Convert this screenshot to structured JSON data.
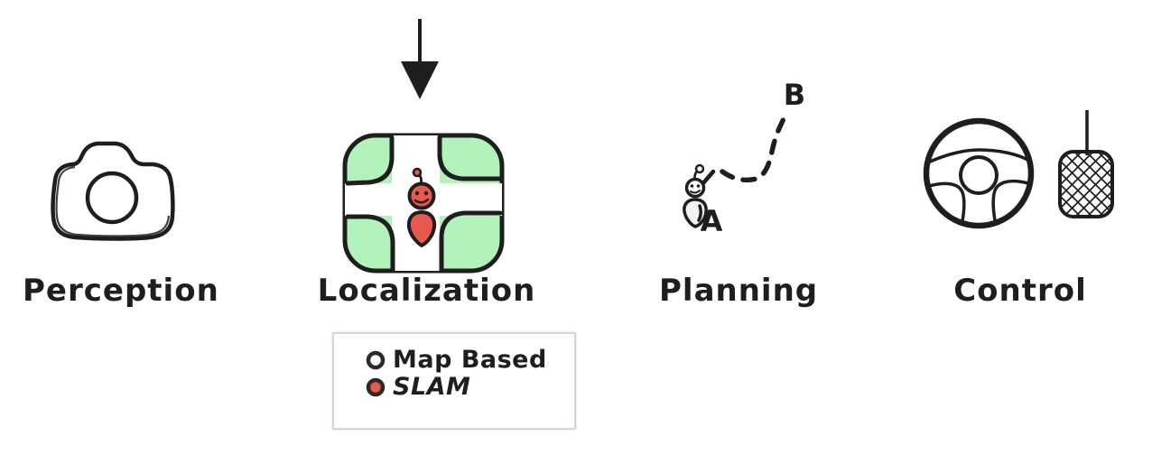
{
  "diagram": {
    "stages": {
      "perception": {
        "label": "Perception",
        "icon": "camera-icon"
      },
      "localization": {
        "label": "Localization",
        "icon": "map-intersection-icon",
        "incoming_arrow": "arrow-down-icon"
      },
      "planning": {
        "label": "Planning",
        "icon": "robot-icon",
        "point_a": "A",
        "point_b": "B",
        "path_style": "dashed"
      },
      "control": {
        "label": "Control",
        "icons": [
          "steering-wheel-icon",
          "pedal-icon"
        ]
      }
    },
    "legend": {
      "items": [
        {
          "label": "Map Based",
          "selected": false,
          "marker_fill": "#ffffff"
        },
        {
          "label": "SLAM",
          "selected": true,
          "marker_fill": "#e8584d"
        }
      ]
    },
    "colors": {
      "ink": "#1e1e1e",
      "map_green": "#b2f2bb",
      "robot_red": "#e8584d",
      "robot_body_light": "#f1f3f5",
      "legend_border": "#cfd7dc",
      "background": "#ffffff"
    }
  }
}
